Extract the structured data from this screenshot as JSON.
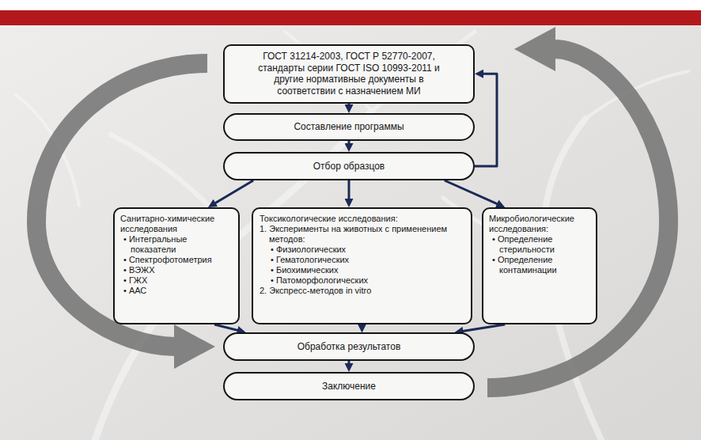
{
  "diagram": {
    "nodes": [
      {
        "text": [
          "ГОСТ 31214-2003, ГОСТ Р 52770-2007, стандарты серии ГОСТ ISO 10993-2011 и другие нормативные документы в соответствии с назначением МИ"
        ]
      },
      {
        "text": [
          "Составление программы"
        ]
      },
      {
        "text": [
          "Отбор образцов"
        ]
      },
      {
        "text": [
          "Санитарно-химические исследования",
          "• Интегральные показатели",
          "• Спектрофотометрия",
          "• ВЭЖХ",
          "• ГЖХ",
          "• ААС"
        ]
      },
      {
        "text": [
          "Токсикологические исследования:",
          "1. Эксперименты на животных с применением методов:",
          "• Физиологических",
          "• Гематологических",
          "• Биохимических",
          "• Патоморфологических",
          "2. Экспресс-методов in vitro"
        ]
      },
      {
        "text": [
          "Микробиологические исследования:",
          "• Определение стерильности",
          "• Определение контаминации"
        ]
      },
      {
        "text": [
          "Обработка результатов"
        ]
      },
      {
        "text": [
          "Заключение"
        ]
      }
    ],
    "edges": [
      {
        "from": 0,
        "to": 1,
        "arrow": "to"
      },
      {
        "from": 1,
        "to": 2,
        "arrow": "to"
      },
      {
        "from": 2,
        "to": 0,
        "arrow": "to"
      },
      {
        "from": 2,
        "to": 3,
        "arrow": "to"
      },
      {
        "from": 2,
        "to": 4,
        "arrow": "to"
      },
      {
        "from": 2,
        "to": 5,
        "arrow": "to"
      },
      {
        "from": 3,
        "to": 6,
        "arrow": "to"
      },
      {
        "from": 4,
        "to": 6,
        "arrow": "to"
      },
      {
        "from": 5,
        "to": 6,
        "arrow": "to"
      },
      {
        "from": 6,
        "to": 7,
        "arrow": "to"
      }
    ]
  }
}
